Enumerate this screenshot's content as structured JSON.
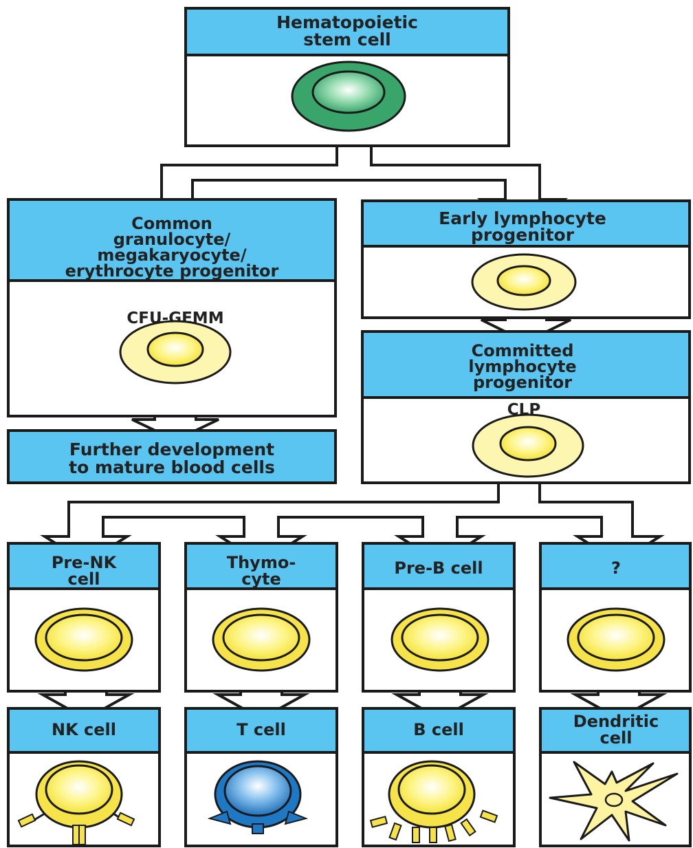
{
  "colors": {
    "header_blue": "#5bc5f2",
    "border": "#1a1a1a",
    "cell_yellow": "#fdf08a",
    "cell_yellow_light": "#fdf6b0",
    "stem_green": "#3aa56a",
    "tcell_blue": "#1f78c4"
  },
  "nodes": {
    "hsc": {
      "title_lines": [
        "Hematopoietic",
        "stem cell"
      ]
    },
    "cgmep": {
      "title_lines": [
        "Common",
        "granulocyte/",
        "megakaryocyte/",
        "erythrocyte progenitor"
      ],
      "sublabel": "CFU-GEMM"
    },
    "further": {
      "title_lines": [
        "Further development",
        "to mature blood cells"
      ]
    },
    "elp": {
      "title_lines": [
        "Early lymphocyte",
        "progenitor"
      ]
    },
    "clp": {
      "title_lines": [
        "Committed",
        "lymphocyte",
        "progenitor"
      ],
      "sublabel": "CLP"
    },
    "prenk": {
      "title_lines": [
        "Pre-NK",
        "cell"
      ]
    },
    "thymocyte": {
      "title_lines": [
        "Thymo-",
        "cyte"
      ]
    },
    "preb": {
      "title_lines": [
        "Pre-B cell"
      ]
    },
    "unknown": {
      "title_lines": [
        "?"
      ]
    },
    "nkcell": {
      "title_lines": [
        "NK cell"
      ]
    },
    "tcell": {
      "title_lines": [
        "T cell"
      ]
    },
    "bcell": {
      "title_lines": [
        "B cell"
      ]
    },
    "dendritic": {
      "title_lines": [
        "Dendritic",
        "cell"
      ]
    }
  },
  "icons": [
    "stem-cell-icon",
    "progenitor-cell-icon",
    "nk-cell-icon",
    "t-cell-icon",
    "b-cell-icon",
    "dendritic-cell-icon"
  ]
}
